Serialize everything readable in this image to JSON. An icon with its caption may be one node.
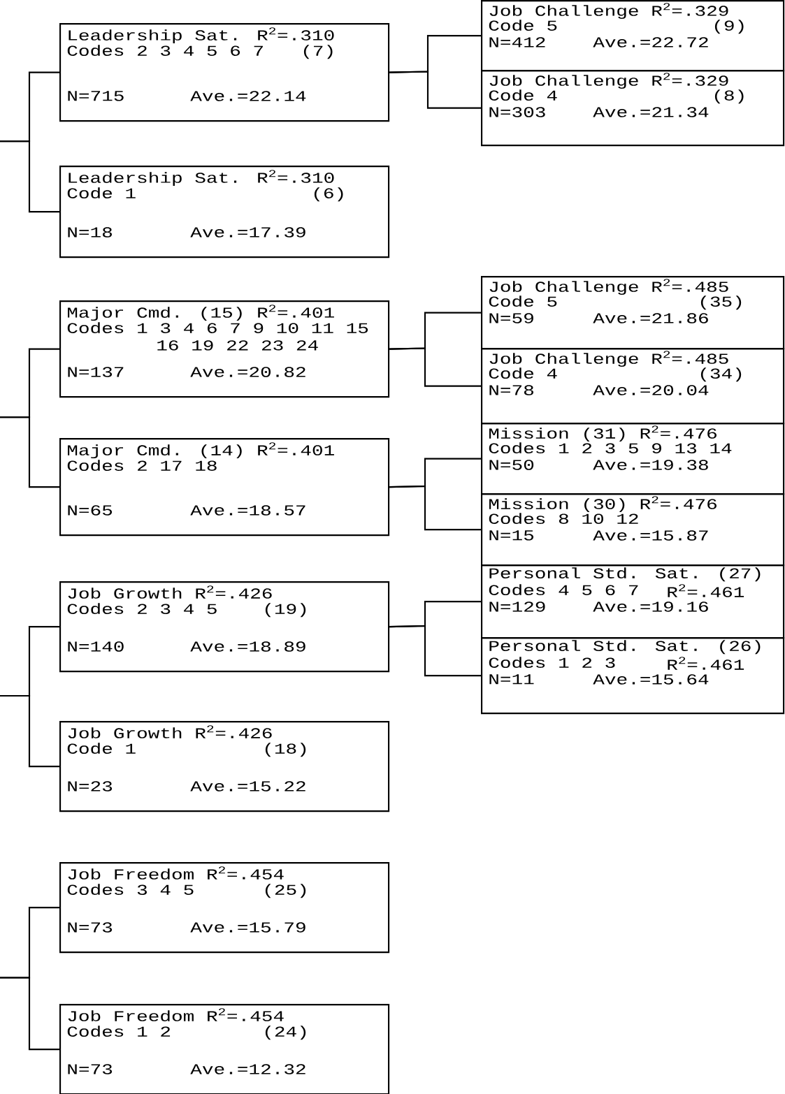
{
  "diagram": {
    "nodes": [
      {
        "text": [
          "Leadership Sat. R$^{2}$=.310",
          "Codes 2 3 4 5 6 7",
          "(7)",
          "N=715",
          "Ave.=22.14"
        ]
      },
      {
        "text": [
          "Job Challenge R$^{2}$=.329",
          "Code 5",
          "(9)",
          "N=412",
          "Ave.=22.72"
        ]
      },
      {
        "text": [
          "Job Challenge R$^{2}$=.329",
          "Code 4",
          "(8)",
          "N=303",
          "Ave.=21.34"
        ]
      },
      {
        "text": [
          "Leadership Sat. R$^{2}$=.310",
          "Code 1",
          "(6)",
          "N=18",
          "Ave.=17.39"
        ]
      },
      {
        "text": [
          "Major Cmd. (15) R$^{2}$=.401",
          "Codes 1 3 4 6 7 9 10 11 15 16 19 22 23 24",
          "N=137",
          "Ave.=20.82"
        ]
      },
      {
        "text": [
          "Job Challenge R$^{2}$=.485",
          "Code 5",
          "(35)",
          "N=59",
          "Ave.=21.86"
        ]
      },
      {
        "text": [
          "Job Challenge R$^{2}$=.485",
          "Code 4",
          "(34)",
          "N=78",
          "Ave.=20.04"
        ]
      },
      {
        "text": [
          "Major Cmd. (14) R$^{2}$=.401",
          "Codes 2 17 18",
          "N=65",
          "Ave.=18.57"
        ]
      },
      {
        "text": [
          "Mission (31) R$^{2}$=.476",
          "Codes 1 2 3 5 9 13 14",
          "N=50",
          "Ave.=19.38"
        ]
      },
      {
        "text": [
          "Mission (30) R$^{2}$=.476",
          "Codes 8 10 12",
          "N=15",
          "Ave.=15.87"
        ]
      },
      {
        "text": [
          "Job Growth R$^{2}$=.426",
          "Codes 2 3 4 5",
          "(19)",
          "N=140",
          "Ave.=18.89"
        ]
      },
      {
        "text": [
          "Personal Std. Sat. (27)",
          "Codes 4 5 6 7",
          "R$^{2}$=.461",
          "N=129",
          "Ave.=19.16"
        ]
      },
      {
        "text": [
          "Personal Std. Sat. (26)",
          "Codes 1 2 3",
          "R$^{2}$=.461",
          "N=11",
          "Ave.=15.64"
        ]
      },
      {
        "text": [
          "Job Growth R$^{2}$=.426",
          "Code 1",
          "(18)",
          "N=23",
          "Ave.=15.22"
        ]
      },
      {
        "text": [
          "Job Freedom R$^{2}$=.454",
          "Codes 3 4 5",
          "(25)",
          "N=73",
          "Ave.=15.79"
        ]
      },
      {
        "text": [
          "Job Freedom R$^{2}$=.454",
          "Codes 1 2",
          "(24)",
          "N=73",
          "Ave.=12.32"
        ]
      }
    ],
    "edges": [
      {
        "from": null,
        "to": 0,
        "arrow": "none"
      },
      {
        "from": null,
        "to": 3,
        "arrow": "none"
      },
      {
        "from": 0,
        "to": 1,
        "arrow": "none"
      },
      {
        "from": 0,
        "to": 2,
        "arrow": "none"
      },
      {
        "from": null,
        "to": 4,
        "arrow": "none"
      },
      {
        "from": null,
        "to": 7,
        "arrow": "none"
      },
      {
        "from": 4,
        "to": 5,
        "arrow": "none"
      },
      {
        "from": 4,
        "to": 6,
        "arrow": "none"
      },
      {
        "from": 7,
        "to": 8,
        "arrow": "none"
      },
      {
        "from": 7,
        "to": 9,
        "arrow": "none"
      },
      {
        "from": null,
        "to": 10,
        "arrow": "none"
      },
      {
        "from": null,
        "to": 13,
        "arrow": "none"
      },
      {
        "from": 10,
        "to": 11,
        "arrow": "none"
      },
      {
        "from": 10,
        "to": 12,
        "arrow": "none"
      },
      {
        "from": null,
        "to": 14,
        "arrow": "none"
      },
      {
        "from": null,
        "to": 15,
        "arrow": "none"
      }
    ]
  }
}
